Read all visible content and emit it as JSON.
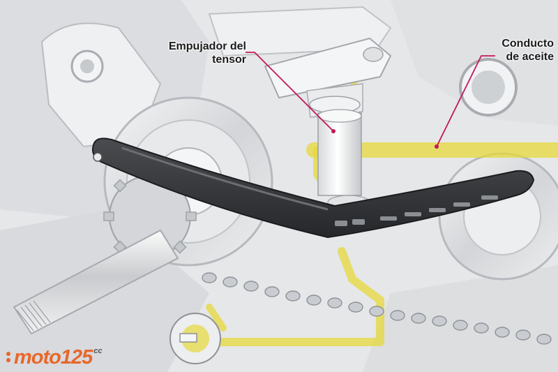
{
  "image": {
    "subject": "motorcycle engine timing chain tensor cutaway illustration",
    "colors": {
      "oil_duct": "#e5d83a",
      "callout_line": "#c2185b",
      "guide": "#333333",
      "background": "#e9eaeb",
      "logo": "#e8672a"
    }
  },
  "callouts": [
    {
      "id": "tensor",
      "text": "Empujador del tensor"
    },
    {
      "id": "oil",
      "text": "Conducto de aceite"
    }
  ],
  "tensor_label_lines": [
    "Empujador del",
    "tensor"
  ],
  "oil_label_lines": [
    "Conducto",
    "de aceite"
  ],
  "watermark": {
    "brand": "moto125",
    "suffix": "cc"
  }
}
